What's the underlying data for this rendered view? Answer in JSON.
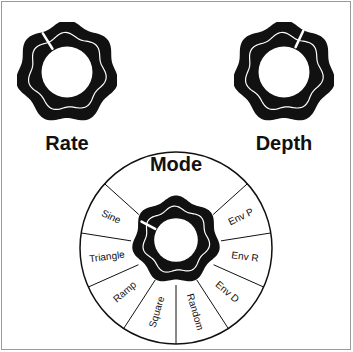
{
  "diagram": {
    "nodes": [
      {
        "text": [
          "Rate"
        ]
      },
      {
        "text": [
          "Depth"
        ]
      },
      {
        "text": [
          "Mode"
        ]
      },
      {
        "text": [
          "Sine"
        ],
        "in": 2
      },
      {
        "text": [
          "Triangle"
        ],
        "in": 2
      },
      {
        "text": [
          "Ramp"
        ],
        "in": 2
      },
      {
        "text": [
          "Square"
        ],
        "in": 2
      },
      {
        "text": [
          "Random"
        ],
        "in": 2
      },
      {
        "text": [
          "Env D"
        ],
        "in": 2
      },
      {
        "text": [
          "Env R"
        ],
        "in": 2
      },
      {
        "text": [
          "Env P"
        ],
        "in": 2
      }
    ]
  }
}
